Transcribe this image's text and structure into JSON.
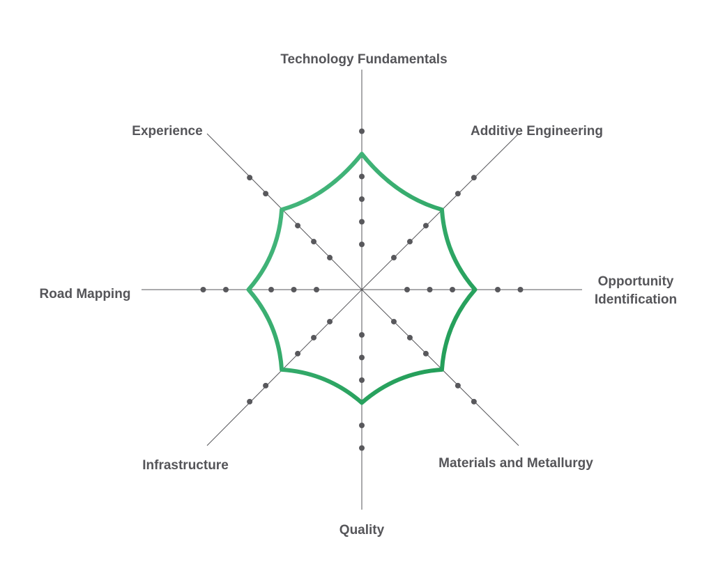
{
  "chart_data": {
    "type": "radar",
    "title": "",
    "axes": [
      {
        "label": "Technology Fundamentals",
        "lines": [
          "Technology Fundamentals"
        ]
      },
      {
        "label": "Additive Engineering",
        "lines": [
          "Additive Engineering"
        ]
      },
      {
        "label": "Opportunity Identification",
        "lines": [
          "Opportunity",
          "Identification"
        ]
      },
      {
        "label": "Materials and Metallurgy",
        "lines": [
          "Materials and Metallurgy"
        ]
      },
      {
        "label": "Quality",
        "lines": [
          "Quality"
        ]
      },
      {
        "label": "Infrastructure",
        "lines": [
          "Infrastructure"
        ]
      },
      {
        "label": "Road Mapping",
        "lines": [
          "Road Mapping"
        ]
      },
      {
        "label": "Experience",
        "lines": [
          "Experience"
        ]
      }
    ],
    "levels": 7,
    "max": 7,
    "series": [
      {
        "values": [
          6,
          5,
          5,
          5,
          5,
          5,
          5,
          5
        ]
      }
    ],
    "colors": {
      "line_start": "#4cbb84",
      "line_end": "#1d9a52",
      "spokes": "#555559",
      "dots": "#58585c",
      "labels": "#555559"
    },
    "grid": false,
    "legend": "none"
  }
}
